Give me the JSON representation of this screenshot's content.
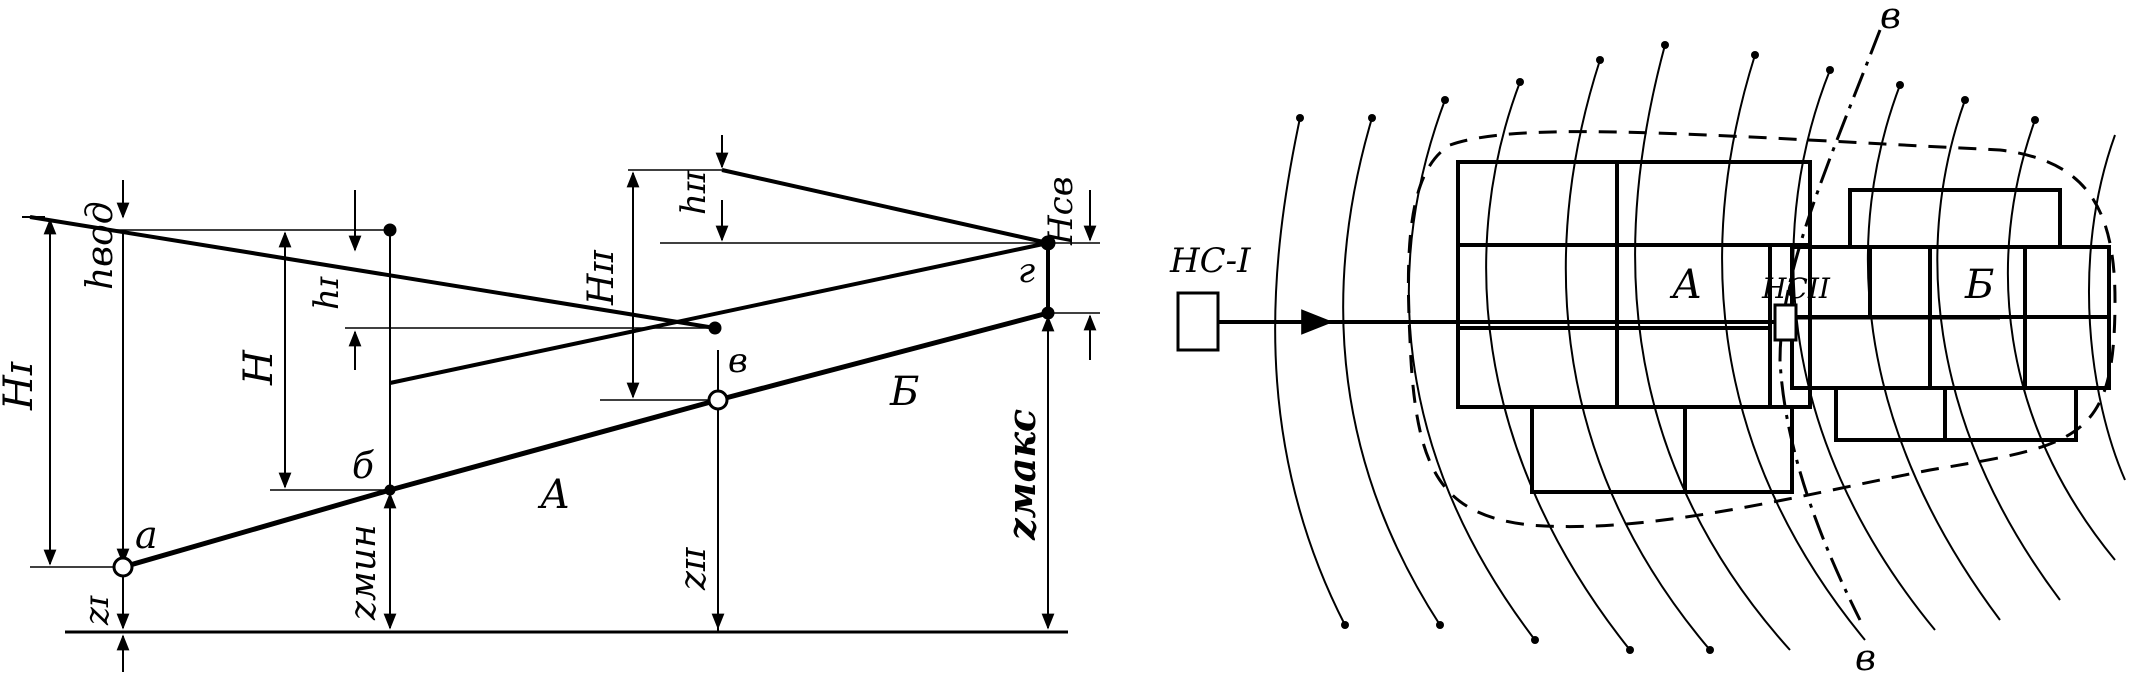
{
  "colors": {
    "ink": "#000000",
    "paper": "#ffffff"
  },
  "profile": {
    "labels": {
      "H_I": "Hɪ",
      "h_vod": "hвод",
      "H": "H",
      "h_I": "hɪ",
      "H_II": "Hɪɪ",
      "h_II": "hɪɪ",
      "H_sv": "Hсв",
      "z_I": "zɪ",
      "z_min": "zмин",
      "z_II": "zɪɪ",
      "z_maks": "zмакс",
      "a": "а",
      "b": "б",
      "v": "в",
      "g": "г",
      "zone_A": "А",
      "zone_B": "Б"
    }
  },
  "plan": {
    "labels": {
      "ns1": "НС-I",
      "ns2": "НСII",
      "zone_A": "А",
      "zone_B": "Б",
      "section_top": "в",
      "section_bottom": "в"
    }
  }
}
